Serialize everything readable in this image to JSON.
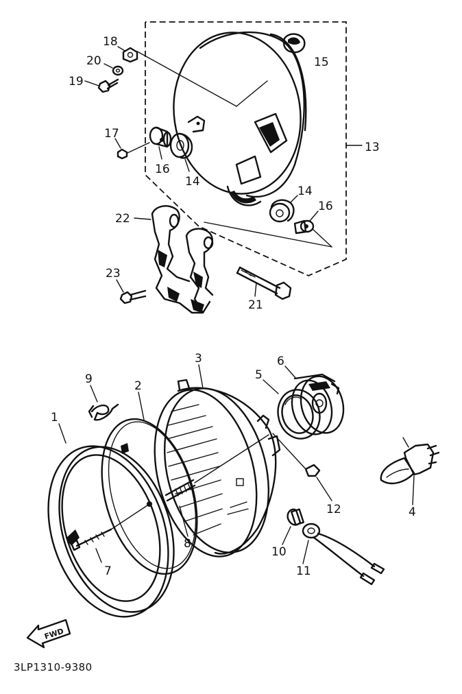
{
  "diagram_code": "3LP1310-9380",
  "fwd_label": "FWD",
  "callouts": {
    "c1": "1",
    "c2": "2",
    "c3": "3",
    "c4": "4",
    "c5": "5",
    "c6": "6",
    "c7": "7",
    "c8": "8",
    "c9": "9",
    "c10": "10",
    "c11": "11",
    "c12": "12",
    "c13": "13",
    "c14a": "14",
    "c14b": "14",
    "c15": "15",
    "c16a": "16",
    "c16b": "16",
    "c17": "17",
    "c18": "18",
    "c19": "19",
    "c20": "20",
    "c21": "21",
    "c22": "22",
    "c23": "23"
  }
}
